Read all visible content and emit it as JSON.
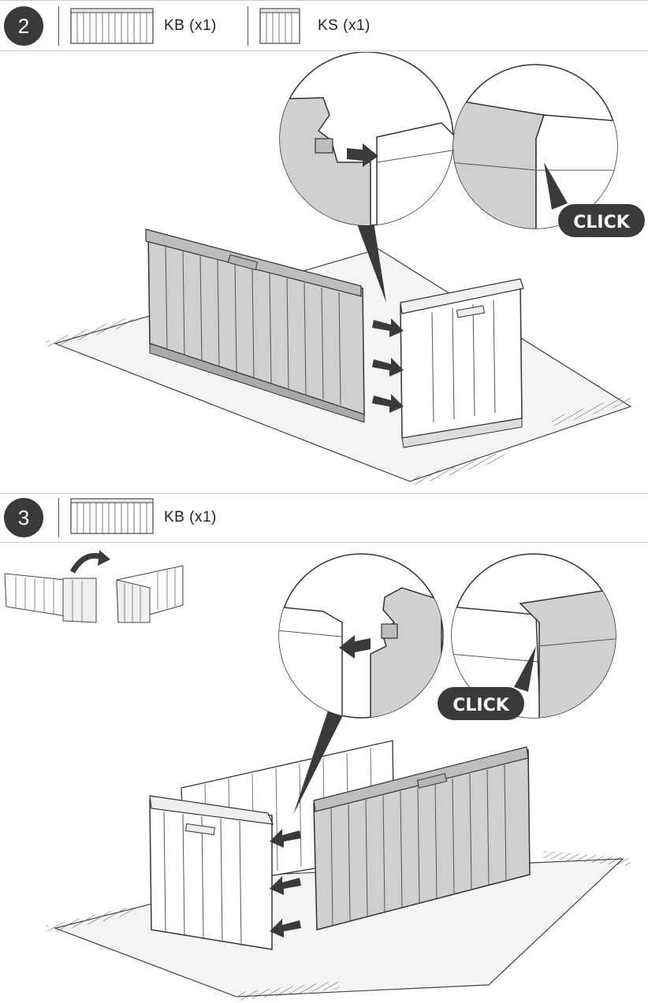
{
  "step2": {
    "number": "2",
    "parts": [
      {
        "label": "KB (x1)"
      },
      {
        "label": "KS (x1)"
      }
    ],
    "callout": "CLICK"
  },
  "step3": {
    "number": "3",
    "parts": [
      {
        "label": "KB (x1)"
      }
    ],
    "callout": "CLICK"
  },
  "colors": {
    "badge": "#3a3a3a",
    "panel_gray": "#d0d0d0",
    "panel_white": "#ffffff",
    "arrow": "#3a3a3a",
    "floor": "#f4f4f4"
  }
}
